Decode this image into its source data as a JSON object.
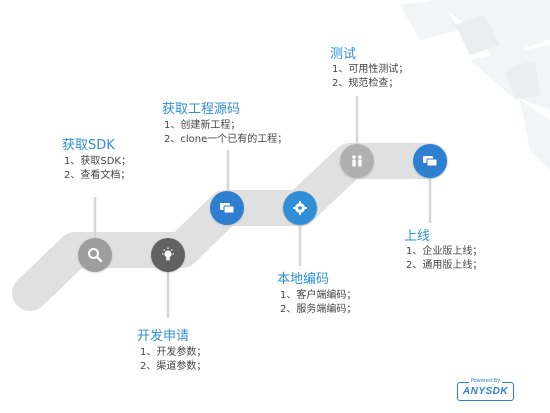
{
  "steps": [
    {
      "title": "获取SDK",
      "lines": [
        "1、获取SDK；",
        "2、查看文档；"
      ]
    },
    {
      "title": "开发申请",
      "lines": [
        "1、开发参数；",
        "2、渠道参数；"
      ]
    },
    {
      "title": "获取工程源码",
      "lines": [
        "1、创建新工程；",
        "2、clone一个已有的工程；"
      ]
    },
    {
      "title": "本地编码",
      "lines": [
        "1、客户端编码；",
        "2、服务端编码；"
      ]
    },
    {
      "title": "测试",
      "lines": [
        "1、可用性测试；",
        "2、规范检查；"
      ]
    },
    {
      "title": "上线",
      "lines": [
        "1、企业版上线；",
        "2、通用版上线；"
      ]
    }
  ],
  "nodes": [
    {
      "icon": "search-icon",
      "color": "#9e9e9e"
    },
    {
      "icon": "lightbulb-icon",
      "color": "#616161"
    },
    {
      "icon": "chat-icon",
      "color": "#2f7fd0"
    },
    {
      "icon": "gear-icon",
      "color": "#2f8fd6"
    },
    {
      "icon": "people-icon",
      "color": "#b0b0b0"
    },
    {
      "icon": "chat-icon",
      "color": "#2f7fd0"
    }
  ],
  "logo": {
    "small": "Powered By",
    "main": "ANYSDK"
  }
}
